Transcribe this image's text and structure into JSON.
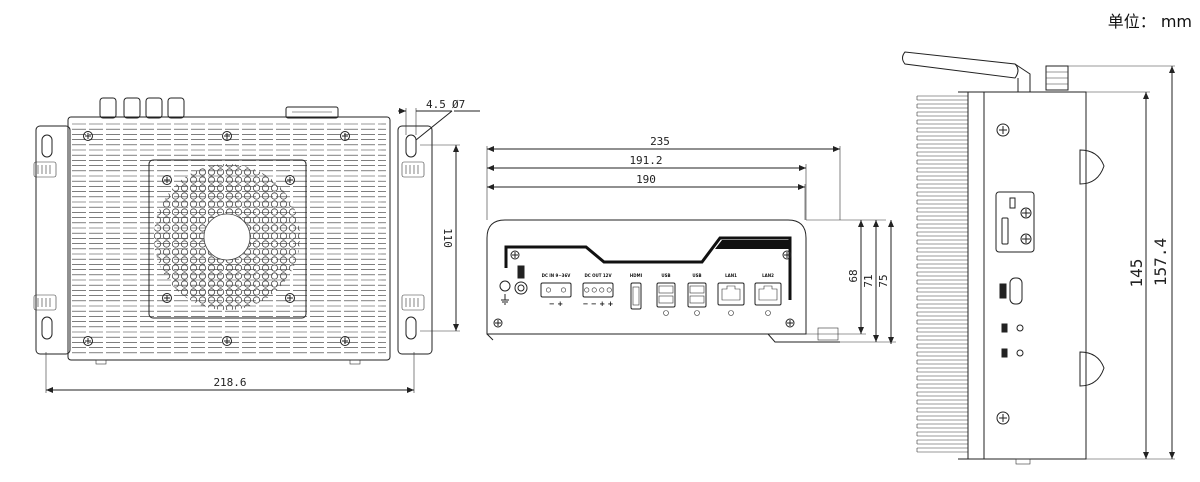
{
  "unit_label": "单位： mm",
  "top_view": {
    "width_label": "218.6",
    "height_label": "110",
    "slot_offset_label": "4.5",
    "hole_label": "Ø7"
  },
  "front_view": {
    "width_outer_label": "235",
    "width_mid_label": "191.2",
    "width_inner_label": "190",
    "height_a_label": "68",
    "height_b_label": "71",
    "height_c_label": "75",
    "port_labels": [
      "DC IN 9~36V",
      "DC OUT 12V",
      "HDMI",
      "USB",
      "USB",
      "LAN1",
      "LAN2"
    ],
    "polarity_marks": [
      "−  +",
      "− − + +"
    ]
  },
  "side_view": {
    "height_inner_label": "145",
    "height_outer_label": "157.4"
  },
  "icons": [
    "screw-icon",
    "fan-grille-icon",
    "antenna-icon",
    "ground-icon"
  ]
}
